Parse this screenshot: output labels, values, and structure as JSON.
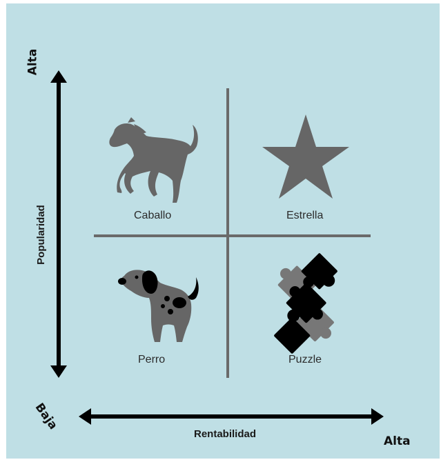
{
  "quadrants": {
    "top_left": {
      "label": "Caballo",
      "icon": "horse-icon"
    },
    "top_right": {
      "label": "Estrella",
      "icon": "star-icon"
    },
    "bottom_left": {
      "label": "Perro",
      "icon": "dog-icon"
    },
    "bottom_right": {
      "label": "Puzzle",
      "icon": "puzzle-icon"
    }
  },
  "y_axis": {
    "title": "Popularidad",
    "high_label": "Alta",
    "low_label": "Baja"
  },
  "x_axis": {
    "title": "Rentabilidad",
    "high_label": "Alta"
  },
  "colors": {
    "background": "#bfdfe5",
    "icon_gray": "#666666",
    "divider_gray": "#6a6a6a",
    "arrow_black": "#000000"
  }
}
